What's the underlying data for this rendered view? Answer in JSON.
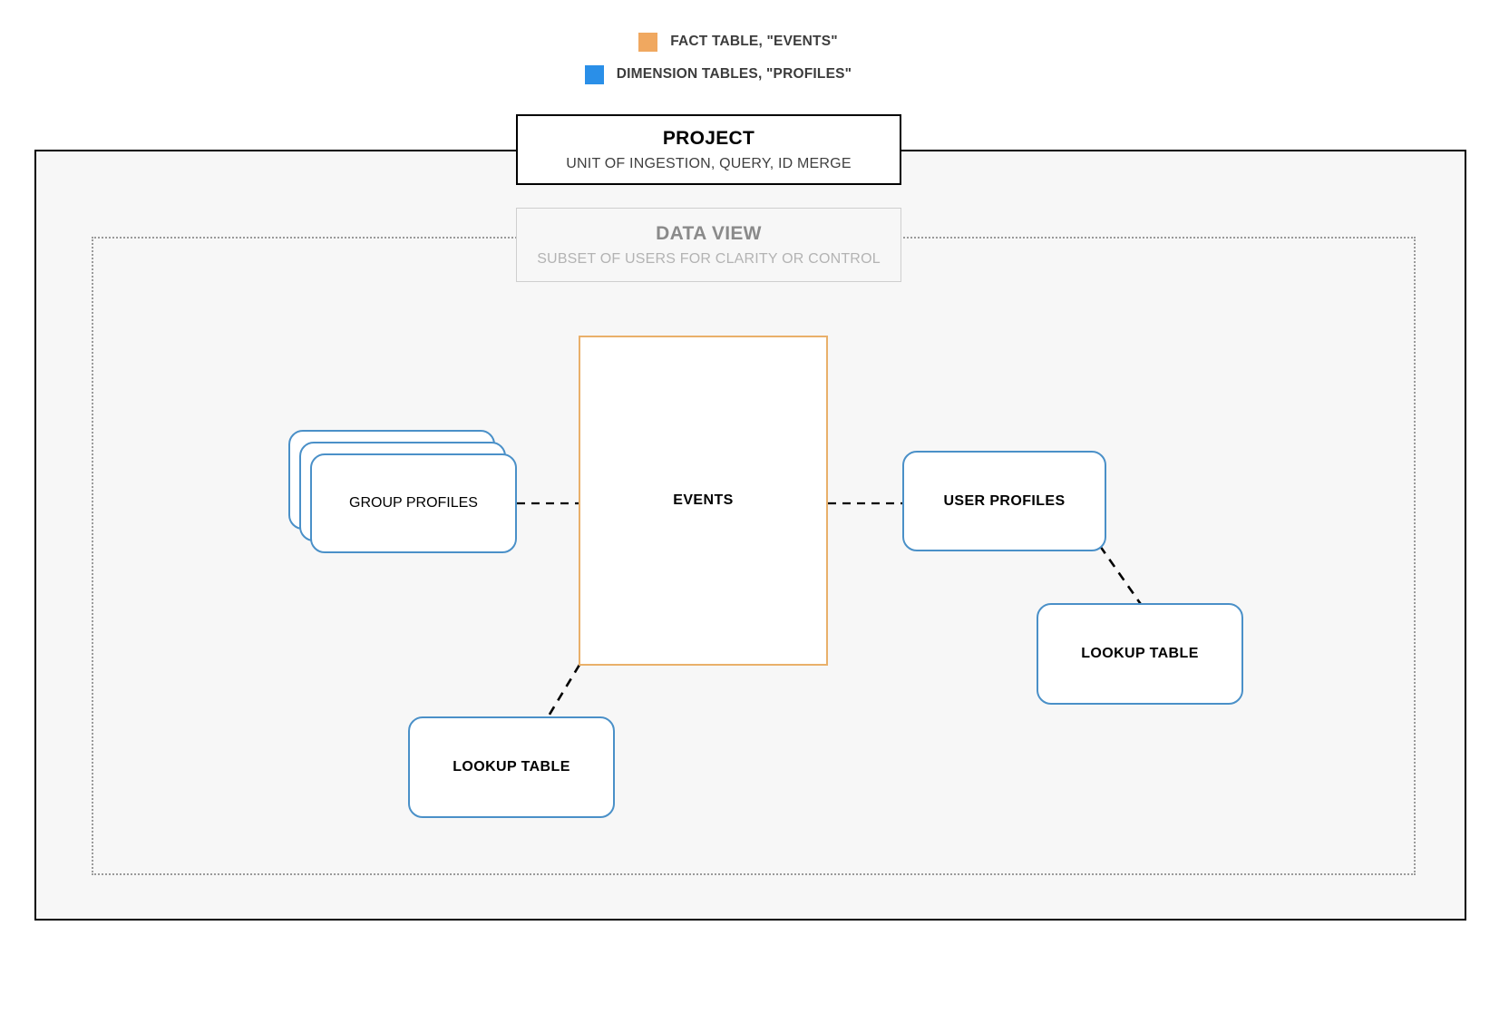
{
  "legend": {
    "items": [
      {
        "label": "FACT TABLE, \"EVENTS\"",
        "color": "#f0a860",
        "icon": "square-swatch"
      },
      {
        "label": "DIMENSION TABLES, \"PROFILES\"",
        "color": "#2a8fe8",
        "icon": "square-swatch"
      }
    ]
  },
  "project": {
    "title": "PROJECT",
    "subtitle": "UNIT OF INGESTION, QUERY, ID MERGE",
    "border_color": "#000000"
  },
  "data_view": {
    "title": "DATA VIEW",
    "subtitle": "SUBSET OF USERS FOR CLARITY OR CONTROL",
    "border_color": "#9a9a9a"
  },
  "nodes": {
    "events": {
      "label": "EVENTS",
      "type": "fact-table",
      "color": "#e9b06a"
    },
    "group_profiles": {
      "label": "GROUP PROFILES",
      "type": "dimension-table-stack",
      "color": "#4a90c8",
      "stack_count": 3
    },
    "user_profiles": {
      "label": "USER PROFILES",
      "type": "dimension-table",
      "color": "#4a90c8"
    },
    "lookup_table_right": {
      "label": "LOOKUP TABLE",
      "type": "dimension-table",
      "color": "#4a90c8"
    },
    "lookup_table_left": {
      "label": "LOOKUP TABLE",
      "type": "dimension-table",
      "color": "#4a90c8"
    }
  },
  "connectors": [
    {
      "from": "group-profiles",
      "to": "events",
      "style": "dashed"
    },
    {
      "from": "events",
      "to": "user-profiles",
      "style": "dashed"
    },
    {
      "from": "user-profiles",
      "to": "lookup-table-right",
      "style": "dashed"
    },
    {
      "from": "events",
      "to": "lookup-table-left",
      "style": "dashed"
    }
  ]
}
